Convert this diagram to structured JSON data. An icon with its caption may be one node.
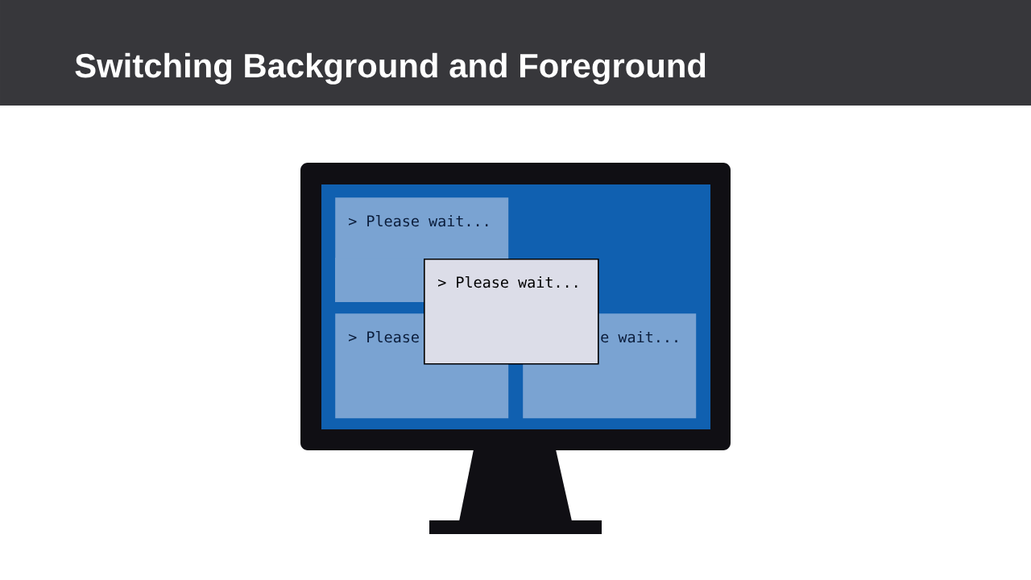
{
  "diagram": {
    "title": "Switching Background and Foreground",
    "nodes": [
      {
        "text": [
          "> Please wait..."
        ]
      },
      {
        "text": [
          "> Please wait..."
        ]
      },
      {
        "text": [
          "> Please"
        ]
      },
      {
        "text": [
          "e wait..."
        ]
      }
    ]
  }
}
